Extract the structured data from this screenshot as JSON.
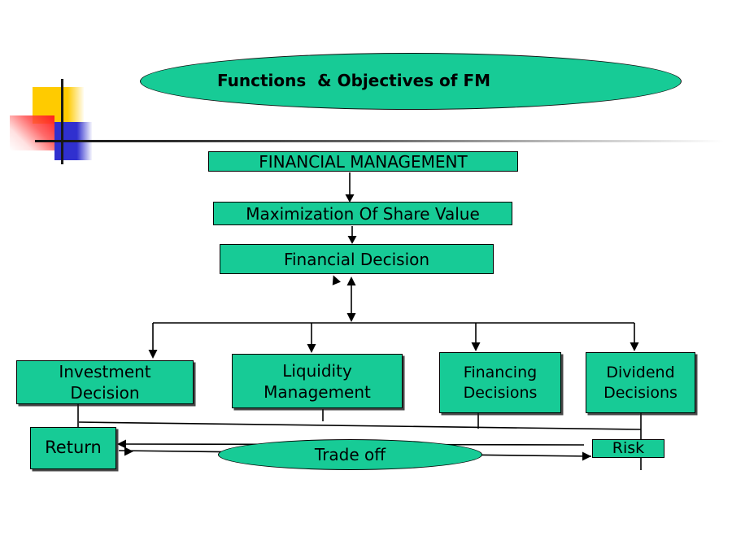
{
  "slide": {
    "title": {
      "text": "Functions  & Objectives of FM"
    },
    "flowchart": {
      "financial_management": "FINANCIAL MANAGEMENT",
      "maximization_of_share_value": "Maximization Of Share Value",
      "financial_decision": "Financial Decision",
      "investment_decision": "Investment\nDecision",
      "liquidity_management": "Liquidity\nManagement",
      "financing_decisions": "Financing\nDecisions",
      "dividend_decisions": "Dividend\nDecisions",
      "return": "Return",
      "trade_off": "Trade off",
      "risk": "Risk"
    },
    "colors": {
      "node_fill": "#17cb96",
      "node_border": "#000000",
      "line": "#000000",
      "decor_yellow": "#ffcb00",
      "decor_red": "#ff1f1f",
      "decor_blue": "#3030cf"
    }
  }
}
